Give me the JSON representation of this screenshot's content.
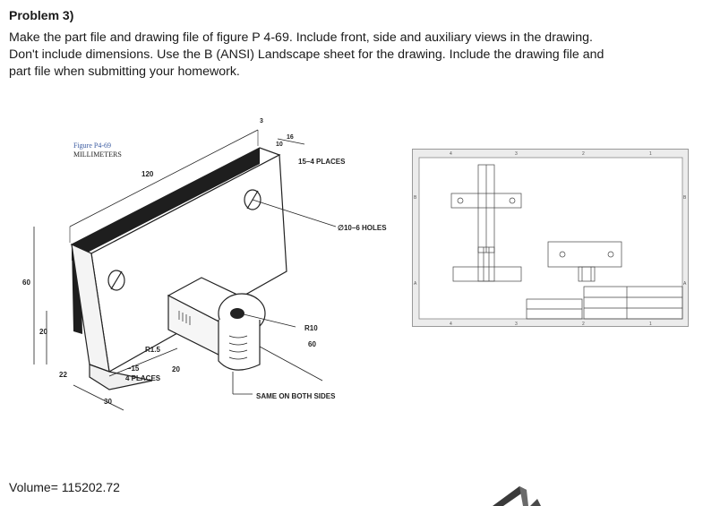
{
  "problem": {
    "heading": "Problem 3)",
    "lines": [
      "Make the part file and drawing file of figure P 4-69. Include front, side and auxiliary views in the drawing.",
      "Don't include dimensions. Use the B (ANSI) Landscape sheet for the drawing. Include the drawing file and",
      "part file when submitting your homework."
    ]
  },
  "figure": {
    "caption": "Figure P4-69",
    "units": "MILLIMETERS",
    "dims": {
      "d120": "120",
      "d3": "3",
      "d16": "16",
      "d10": "10",
      "places15": "15–4 PLACES",
      "holes": "∅10–6 HOLES",
      "d60": "60",
      "d20": "20",
      "r15": "R1.5",
      "d22": "22",
      "dash15": "–15",
      "places4": "4 PLACES",
      "d20b": "20",
      "d30": "30",
      "r10": "R10",
      "d60b": "60",
      "same": "SAME ON BOTH SIDES"
    }
  },
  "sheet": {
    "zones_top": [
      "4",
      "3",
      "2",
      "1"
    ],
    "zones_bottom": [
      "4",
      "3",
      "2",
      "1"
    ],
    "rows_left": [
      "B",
      "A"
    ],
    "rows_right": [
      "B",
      "A"
    ]
  },
  "result": {
    "volume": "Volume= 115202.72"
  }
}
